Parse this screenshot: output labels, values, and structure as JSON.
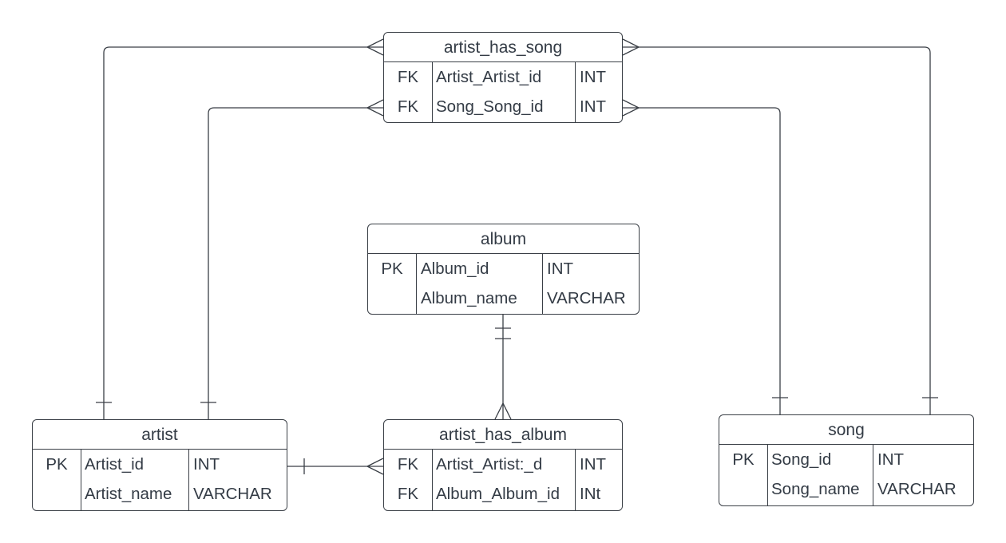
{
  "tables": {
    "artist_has_song": {
      "title": "artist_has_song",
      "rows": [
        {
          "key": "FK",
          "name": "Artist_Artist_id",
          "type": "INT"
        },
        {
          "key": "FK",
          "name": "Song_Song_id",
          "type": "INT"
        }
      ]
    },
    "album": {
      "title": "album",
      "rows": [
        {
          "key": "PK",
          "name": "Album_id",
          "type": "INT"
        },
        {
          "key": "",
          "name": "Album_name",
          "type": "VARCHAR"
        }
      ]
    },
    "artist": {
      "title": "artist",
      "rows": [
        {
          "key": "PK",
          "name": "Artist_id",
          "type": "INT"
        },
        {
          "key": "",
          "name": "Artist_name",
          "type": "VARCHAR"
        }
      ]
    },
    "artist_has_album": {
      "title": "artist_has_album",
      "rows": [
        {
          "key": "FK",
          "name": "Artist_Artist:_d",
          "type": "INT"
        },
        {
          "key": "FK",
          "name": "Album_Album_id",
          "type": "INt"
        }
      ]
    },
    "song": {
      "title": "song",
      "rows": [
        {
          "key": "PK",
          "name": "Song_id",
          "type": "INT"
        },
        {
          "key": "",
          "name": "Song_name",
          "type": "VARCHAR"
        }
      ]
    }
  },
  "relationships": [
    {
      "from": "artist",
      "from_cardinality": "one",
      "to": "artist_has_song",
      "to_cardinality": "many"
    },
    {
      "from": "song",
      "from_cardinality": "one",
      "to": "artist_has_song",
      "to_cardinality": "many"
    },
    {
      "from": "album",
      "from_cardinality": "one",
      "to": "artist_has_album",
      "to_cardinality": "many"
    },
    {
      "from": "artist",
      "from_cardinality": "one",
      "to": "artist_has_album",
      "to_cardinality": "many"
    }
  ]
}
